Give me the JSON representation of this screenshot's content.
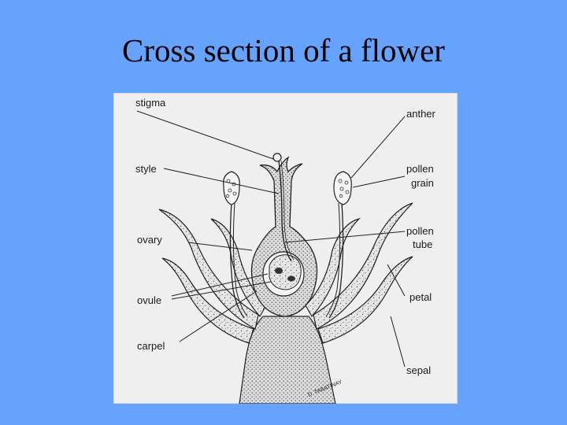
{
  "slide": {
    "title": "Cross section of a flower",
    "background": "#66a3ff"
  },
  "diagram": {
    "labels": {
      "stigma": "stigma",
      "style": "style",
      "ovary": "ovary",
      "ovule": "ovule",
      "carpel": "carpel",
      "anther": "anther",
      "pollen_line1": "pollen",
      "grain": "grain",
      "pollen_line2": "pollen",
      "tube": "tube",
      "petal": "petal",
      "sepal": "sepal"
    },
    "signature": "D. TABATINAY"
  }
}
